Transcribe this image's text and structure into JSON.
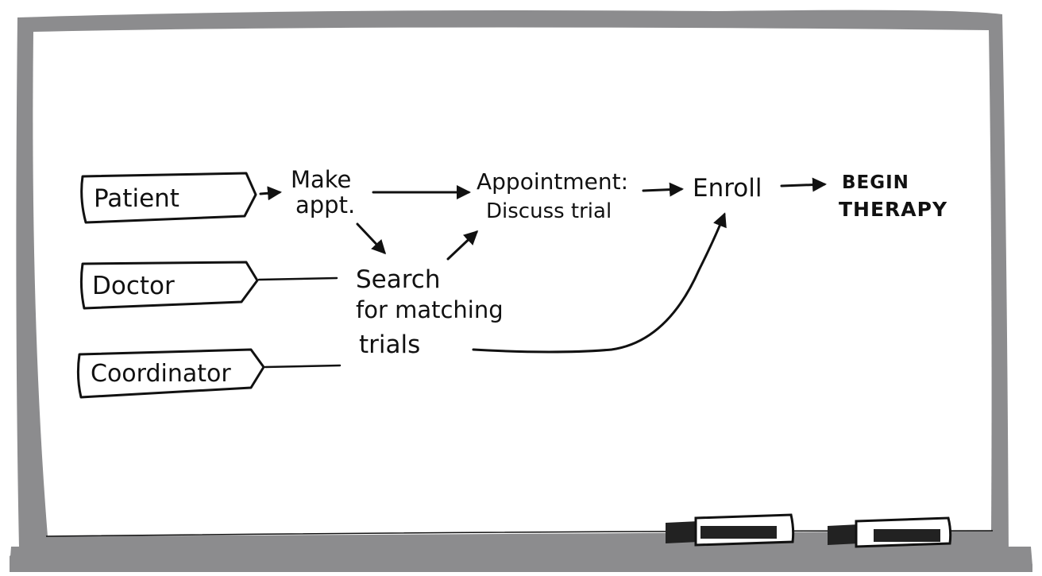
{
  "actors": [
    {
      "label": "Patient"
    },
    {
      "label": "Doctor"
    },
    {
      "label": "Coordinator"
    }
  ],
  "steps": {
    "make_appt": [
      "Make",
      "appt."
    ],
    "appointment": [
      "Appointment:",
      "Discuss trial"
    ],
    "search": [
      "Search",
      "for matching",
      "trials"
    ],
    "enroll": "Enroll",
    "begin_therapy": [
      "BEGIN",
      "THERAPY"
    ]
  },
  "colors": {
    "board_frame": "#8c8c8e",
    "board_surface": "#ffffff",
    "ink": "#111111",
    "marker_body": "#ffffff",
    "marker_cap": "#222222"
  },
  "icons": [
    "marker-icon",
    "marker-icon"
  ]
}
